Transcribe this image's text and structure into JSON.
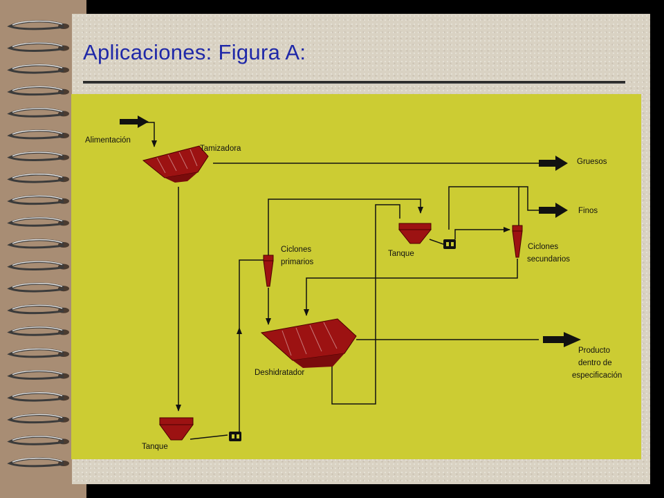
{
  "slide": {
    "title": "Aplicaciones:  Figura A:"
  },
  "diagram": {
    "labels": {
      "alimentacion": "Alimentación",
      "tamizadora": "Tamizadora",
      "gruesos": "Gruesos",
      "finos": "Finos",
      "tanque_top": "Tanque",
      "ciclones_sec_1": "Ciclones",
      "ciclones_sec_2": "secundarios",
      "ciclones_prim_1": "Ciclones",
      "ciclones_prim_2": "primarios",
      "deshidratador": "Deshidratador",
      "producto_1": "Producto",
      "producto_2": "dentro de",
      "producto_3": "especificación",
      "tanque_bottom": "Tanque"
    }
  },
  "colors": {
    "panel": "#cccc33",
    "equipment": "#9c1212",
    "lines": "#111111",
    "title": "#1f28a8"
  }
}
